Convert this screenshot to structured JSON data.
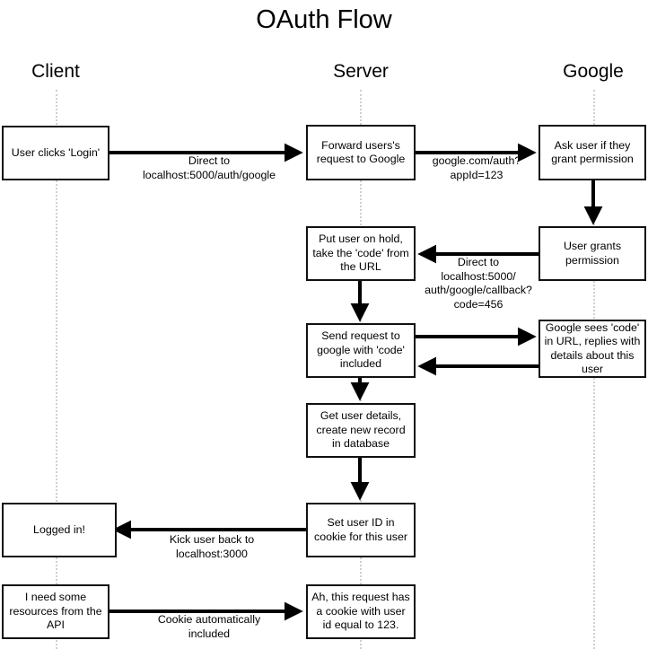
{
  "title": "OAuth Flow",
  "lanes": [
    {
      "label": "Client"
    },
    {
      "label": "Server"
    },
    {
      "label": "Google"
    }
  ],
  "nodes": [
    {
      "id": "user-clicks-login",
      "text": "User clicks 'Login'"
    },
    {
      "id": "forward-request",
      "text": "Forward users's request to Google"
    },
    {
      "id": "ask-permission",
      "text": "Ask user if they grant permission"
    },
    {
      "id": "put-user-on-hold",
      "text": "Put user on hold, take the 'code' from the URL"
    },
    {
      "id": "user-grants-permission",
      "text": "User grants permission"
    },
    {
      "id": "send-request-with-code",
      "text": "Send request to google with 'code' included"
    },
    {
      "id": "google-sees-code",
      "text": "Google sees 'code' in URL, replies with details about this user"
    },
    {
      "id": "get-user-details",
      "text": "Get user details, create new record in database"
    },
    {
      "id": "set-user-id-cookie",
      "text": "Set user ID in cookie for this user"
    },
    {
      "id": "logged-in",
      "text": "Logged in!"
    },
    {
      "id": "need-resources",
      "text": "I need some resources from the API"
    },
    {
      "id": "request-has-cookie",
      "text": "Ah, this request has a cookie with user id equal to 123."
    }
  ],
  "edges": [
    {
      "id": "edge-direct-to-auth",
      "label": "Direct to\nlocalhost:5000/auth/google"
    },
    {
      "id": "edge-google-auth-url",
      "label": "google.com/auth?\nappId=123"
    },
    {
      "id": "edge-callback-url",
      "label": "Direct to\nlocalhost:5000/\nauth/google/callback?\ncode=456"
    },
    {
      "id": "edge-kick-user-back",
      "label": "Kick user back to\nlocalhost:3000"
    },
    {
      "id": "edge-cookie-auto",
      "label": "Cookie automatically\nincluded"
    }
  ],
  "colors": {
    "background": "#ffffff",
    "stroke": "#000000",
    "lane_divider": "#cfcfcf"
  }
}
